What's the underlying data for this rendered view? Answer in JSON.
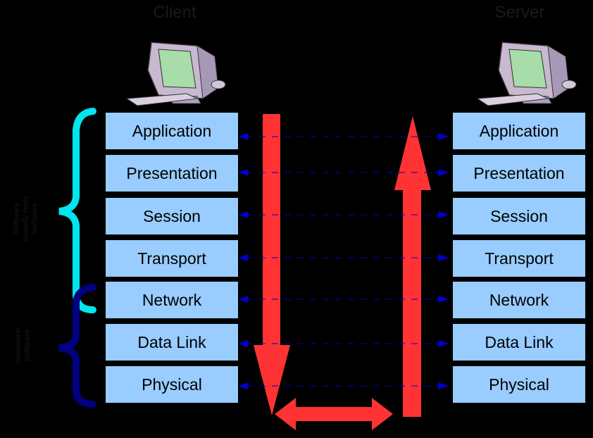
{
  "client_title": "Client",
  "server_title": "Server",
  "client_layers": [
    "Application",
    "Presentation",
    "Session",
    "Transport",
    "Network",
    "Data Link",
    "Physical"
  ],
  "server_layers": [
    "Application",
    "Presentation",
    "Session",
    "Transport",
    "Network",
    "Data Link",
    "Physical"
  ],
  "brackets": {
    "software": {
      "label": "Software\nusually host\nsoftware",
      "color": "#00e5ee"
    },
    "hardware": {
      "label": "Hardware/\nSoftware",
      "color": "#000080"
    }
  },
  "colors": {
    "layer_fill": "#99ccff",
    "flow_arrow": "#ff3333",
    "peer_arrow": "#0000cc",
    "background": "#000000"
  },
  "icons": {
    "client_computer": "computer-icon",
    "server_computer": "computer-icon"
  }
}
